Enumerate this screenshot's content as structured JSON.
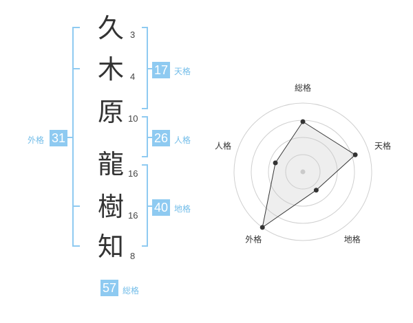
{
  "characters": [
    {
      "char": "久",
      "strokes": "3"
    },
    {
      "char": "木",
      "strokes": "4"
    },
    {
      "char": "原",
      "strokes": "10"
    },
    {
      "char": "龍",
      "strokes": "16"
    },
    {
      "char": "樹",
      "strokes": "16"
    },
    {
      "char": "知",
      "strokes": "8"
    }
  ],
  "scores": {
    "tenkaku": {
      "label": "天格",
      "value": "17"
    },
    "jinkaku": {
      "label": "人格",
      "value": "26"
    },
    "chikaku": {
      "label": "地格",
      "value": "40"
    },
    "gaikaku": {
      "label": "外格",
      "value": "31"
    },
    "soukaku": {
      "label": "総格",
      "value": "57"
    }
  },
  "colors": {
    "accent": "#8ecaf1",
    "label": "#73bde9",
    "bracket": "#8ecaf1"
  },
  "chart_data": {
    "type": "radar",
    "axes": [
      "総格",
      "天格",
      "地格",
      "外格",
      "人格"
    ],
    "values": [
      0.73,
      0.8,
      0.33,
      1.0,
      0.42
    ],
    "rings": 4
  }
}
